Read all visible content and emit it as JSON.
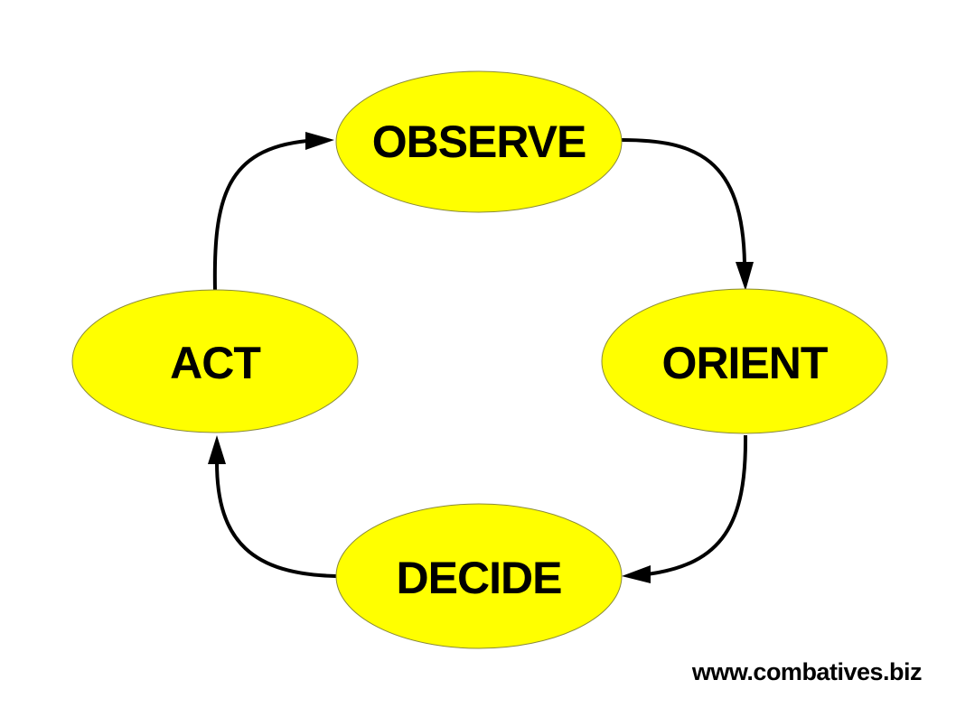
{
  "nodes": {
    "observe": "OBSERVE",
    "orient": "ORIENT",
    "decide": "DECIDE",
    "act": "ACT"
  },
  "footer": {
    "url": "www.combatives.biz"
  },
  "colors": {
    "node_fill": "#ffff00",
    "arrow": "#000000",
    "background": "#ffffff"
  }
}
